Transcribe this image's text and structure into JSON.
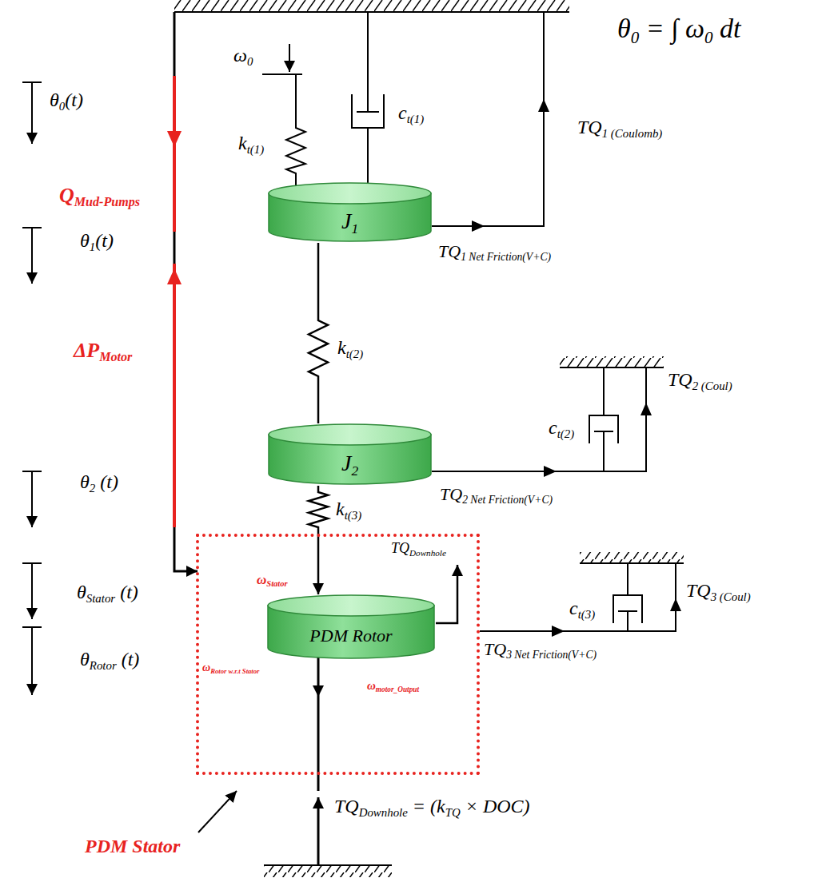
{
  "diagram": {
    "nodes": [
      {
        "text": [
          "J1"
        ]
      },
      {
        "text": [
          "J2"
        ]
      },
      {
        "text": [
          "ωStator",
          "TQDownhole",
          "ωRotor w.r.t Stator",
          "ωmotor_Output"
        ]
      },
      {
        "text": [
          "PDM Rotor"
        ],
        "in": 2
      }
    ],
    "edges": [
      {
        "from": 0,
        "to": 1,
        "arrow": "none",
        "label": "kt(2)"
      },
      {
        "from": 1,
        "to": 3,
        "arrow": "to",
        "label": "kt(3)"
      }
    ],
    "labels": [
      "θ0 = ∫ ω0 dt",
      "θ0(t)",
      "QMud-Pumps",
      "θ1(t)",
      "ΔPMotor",
      "θ2 (t)",
      "θStator (t)",
      "θRotor (t)",
      "ω0",
      "kt(1)",
      "ct(1)",
      "TQ1 (Coulomb)",
      "TQ1 Net Friction(V+C)",
      "TQ2 Net Friction(V+C)",
      "ct(2)",
      "TQ2 (Coul)",
      "TQ3 Net Friction(V+C)",
      "ct(3)",
      "TQ3 (Coul)",
      "TQDownhole = (kTQ × DOC)",
      "PDM Stator"
    ]
  }
}
